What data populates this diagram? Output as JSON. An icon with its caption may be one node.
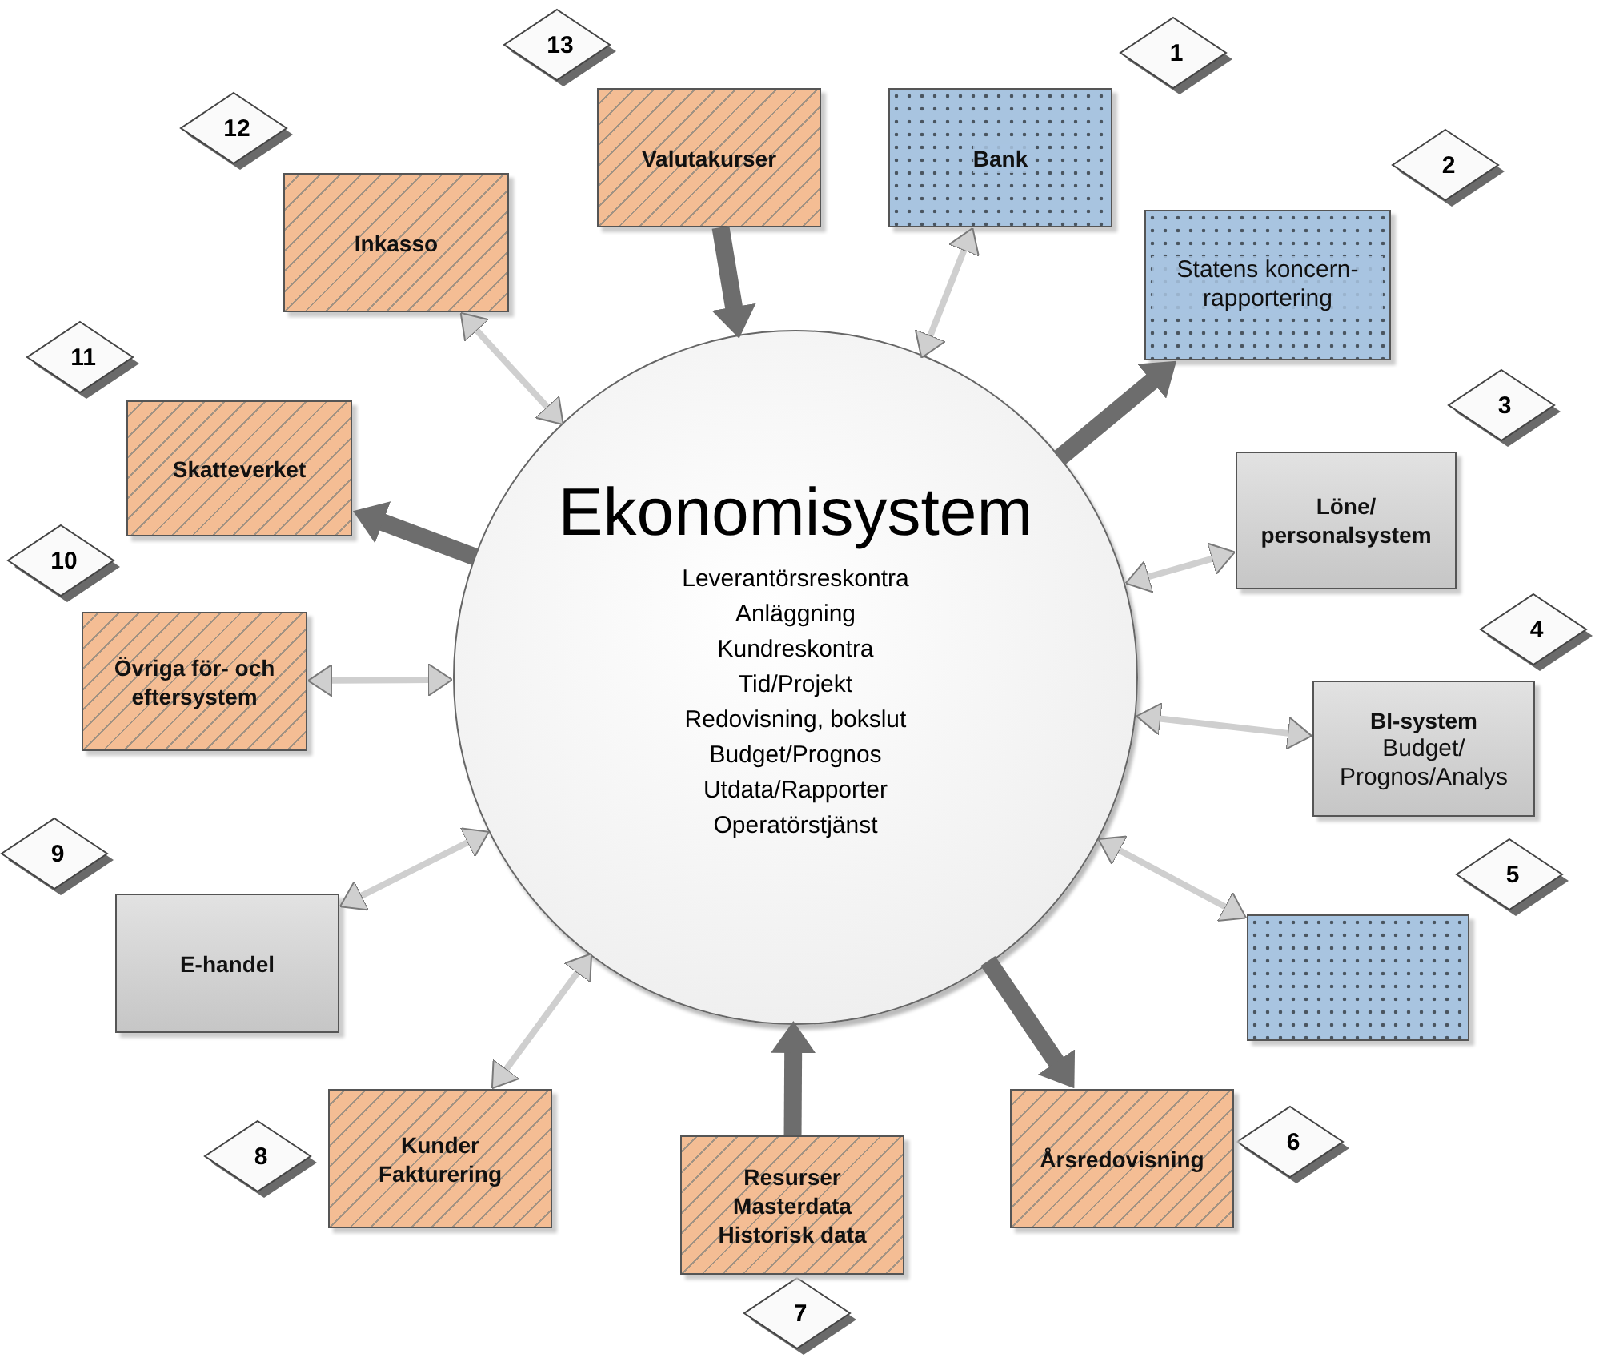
{
  "diagram": {
    "nodes": [
      {
        "text": [
          "Ekonomisystem",
          "Leverantörsreskontra",
          "Anläggning",
          "Kundreskontra",
          "Tid/Projekt",
          "Redovisning, bokslut",
          "Budget/Prognos",
          "Utdata/Rapporter",
          "Operatörstjänst"
        ]
      },
      {
        "text": [
          "Bank"
        ]
      },
      {
        "text": [
          "Statens koncern- rapportering"
        ]
      },
      {
        "text": [
          "Löne/ personalsystem"
        ]
      },
      {
        "text": [
          "BI-system",
          "Budget/ Prognos/Analys"
        ]
      },
      {
        "text": [],
        "shape": "box"
      },
      {
        "text": [
          "Årsredovisning"
        ]
      },
      {
        "text": [
          "Resurser",
          "Masterdata",
          "Historisk data"
        ]
      },
      {
        "text": [
          "Kunder",
          "Fakturering"
        ]
      },
      {
        "text": [
          "E-handel"
        ]
      },
      {
        "text": [
          "Övriga för- och eftersystem"
        ]
      },
      {
        "text": [
          "Skatteverket"
        ]
      },
      {
        "text": [
          "Inkasso"
        ]
      },
      {
        "text": [
          "Valutakurser"
        ]
      },
      {
        "text": [
          "1"
        ]
      },
      {
        "text": [
          "2"
        ]
      },
      {
        "text": [
          "3"
        ]
      },
      {
        "text": [
          "4"
        ]
      },
      {
        "text": [
          "5"
        ]
      },
      {
        "text": [
          "6"
        ]
      },
      {
        "text": [
          "7"
        ]
      },
      {
        "text": [
          "8"
        ]
      },
      {
        "text": [
          "9"
        ]
      },
      {
        "text": [
          "10"
        ]
      },
      {
        "text": [
          "11"
        ]
      },
      {
        "text": [
          "12"
        ]
      },
      {
        "text": [
          "13"
        ]
      }
    ],
    "edges": [
      {
        "from": 0,
        "to": 1,
        "arrow": "both"
      },
      {
        "from": 0,
        "to": 2,
        "arrow": "to",
        "style": "thick",
        "color": "#6d6d6d"
      },
      {
        "from": 0,
        "to": 3,
        "arrow": "both"
      },
      {
        "from": 0,
        "to": 4,
        "arrow": "both"
      },
      {
        "from": 0,
        "to": 5,
        "arrow": "both"
      },
      {
        "from": 0,
        "to": 6,
        "arrow": "to",
        "style": "thick",
        "color": "#6d6d6d"
      },
      {
        "from": 7,
        "to": 0,
        "arrow": "to",
        "style": "thick",
        "color": "#6d6d6d"
      },
      {
        "from": 0,
        "to": 8,
        "arrow": "both"
      },
      {
        "from": 0,
        "to": 9,
        "arrow": "both"
      },
      {
        "from": 0,
        "to": 10,
        "arrow": "both"
      },
      {
        "from": 0,
        "to": 11,
        "arrow": "to",
        "style": "thick",
        "color": "#6d6d6d"
      },
      {
        "from": 0,
        "to": 12,
        "arrow": "both"
      },
      {
        "from": 13,
        "to": 0,
        "arrow": "to",
        "style": "thick",
        "color": "#6d6d6d"
      }
    ]
  }
}
